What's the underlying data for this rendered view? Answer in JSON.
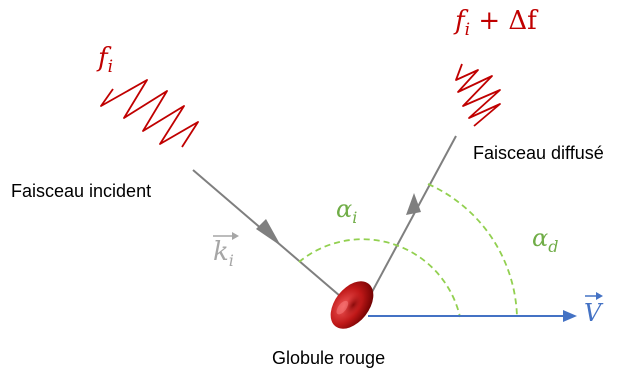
{
  "labels": {
    "incident_frequency": "f",
    "incident_frequency_sub": "i",
    "scattered_frequency": "f",
    "scattered_frequency_sub": "i",
    "scattered_frequency_rest": " + Δf",
    "incident_beam": "Faisceau incident",
    "scattered_beam": "Faisceau diffusé",
    "wave_vector": "k",
    "wave_vector_sub": "i",
    "alpha_i": "α",
    "alpha_i_sub": "i",
    "alpha_d": "α",
    "alpha_d_sub": "d",
    "velocity": "V",
    "red_blood_cell": "Globule rouge"
  },
  "colors": {
    "wave": "#c00000",
    "beam": "#7f7f7f",
    "angle": "#92d050",
    "velocity": "#4472c4",
    "wave_vector": "#a6a6a6",
    "cell_dark": "#7a0000",
    "cell_light": "#e03030"
  }
}
